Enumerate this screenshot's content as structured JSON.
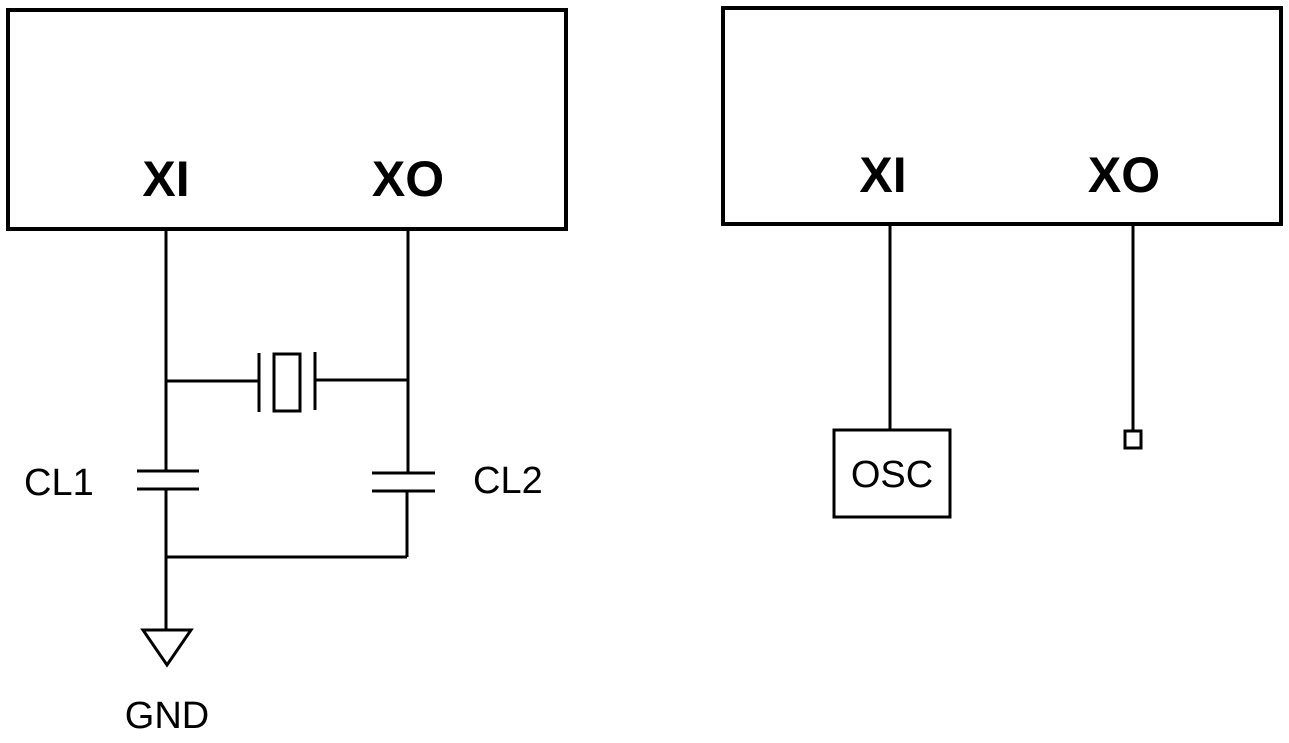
{
  "left_circuit": {
    "pins": {
      "xi": "XI",
      "xo": "XO"
    },
    "capacitors": {
      "cl1": "CL1",
      "cl2": "CL2"
    },
    "ground": "GND",
    "components": [
      "crystal",
      "capacitor",
      "capacitor",
      "ground"
    ]
  },
  "right_circuit": {
    "pins": {
      "xi": "XI",
      "xo": "XO"
    },
    "oscillator": "OSC"
  },
  "colors": {
    "stroke": "#000000",
    "background": "#ffffff"
  }
}
